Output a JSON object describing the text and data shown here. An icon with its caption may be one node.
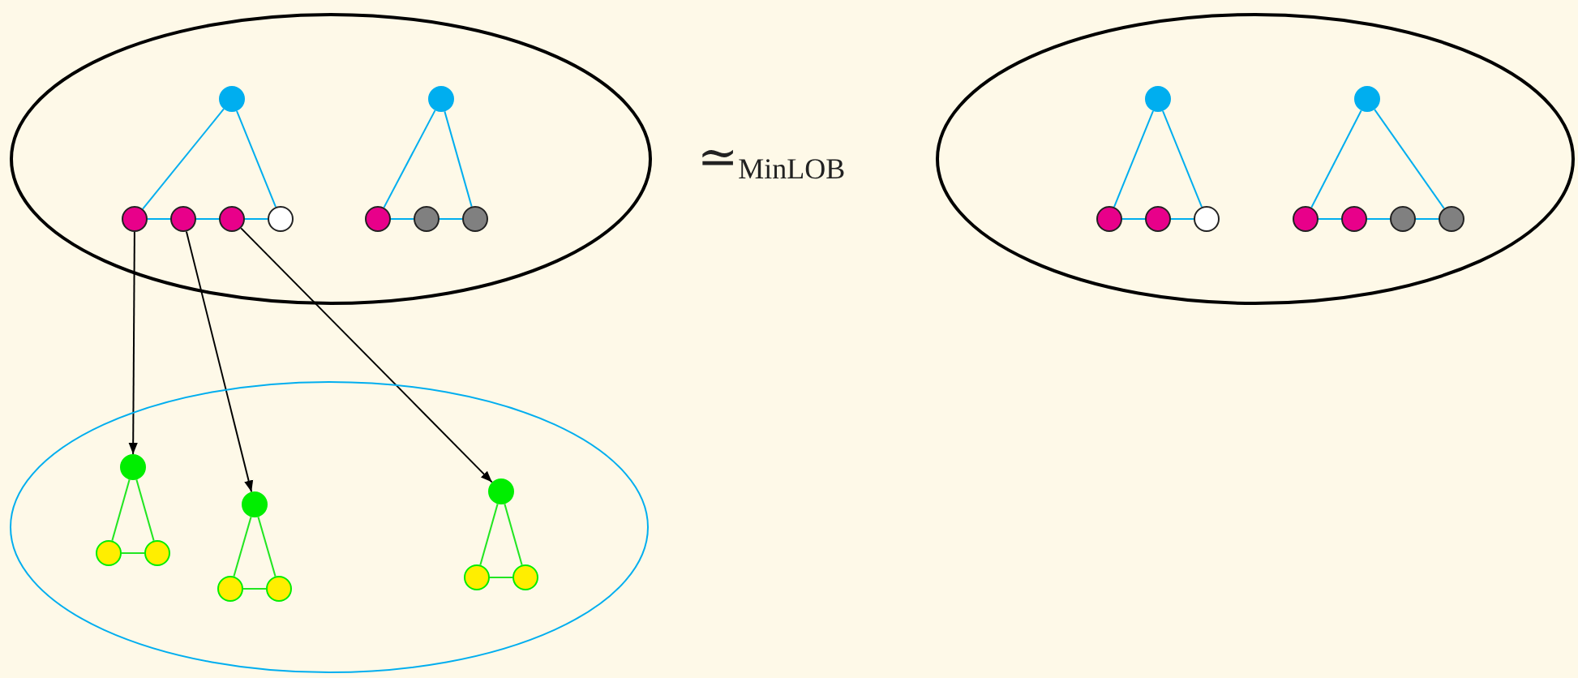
{
  "diagram": {
    "nodes": [
      {
        "text": [],
        "shape": "ellipse"
      },
      {
        "text": [],
        "shape": "circle",
        "in": 0
      },
      {
        "text": [],
        "shape": "circle",
        "in": 0
      },
      {
        "text": [],
        "shape": "circle",
        "in": 0
      },
      {
        "text": [],
        "shape": "circle",
        "in": 0
      },
      {
        "text": [],
        "shape": "circle",
        "in": 0
      },
      {
        "text": [],
        "shape": "circle",
        "in": 0
      },
      {
        "text": [],
        "shape": "circle",
        "in": 0
      },
      {
        "text": [],
        "shape": "circle",
        "in": 0
      },
      {
        "text": [],
        "shape": "circle",
        "in": 0
      },
      {
        "text": [],
        "shape": "ellipse"
      },
      {
        "text": [],
        "shape": "circle",
        "in": 10
      },
      {
        "text": [],
        "shape": "circle",
        "in": 10
      },
      {
        "text": [],
        "shape": "circle",
        "in": 10
      },
      {
        "text": [],
        "shape": "circle",
        "in": 10
      },
      {
        "text": [],
        "shape": "circle",
        "in": 10
      },
      {
        "text": [],
        "shape": "circle",
        "in": 10
      },
      {
        "text": [],
        "shape": "circle",
        "in": 10
      },
      {
        "text": [],
        "shape": "circle",
        "in": 10
      },
      {
        "text": [],
        "shape": "circle",
        "in": 10
      },
      {
        "text": [],
        "shape": "ellipse"
      },
      {
        "text": [],
        "shape": "circle",
        "in": 20
      },
      {
        "text": [],
        "shape": "circle",
        "in": 20
      },
      {
        "text": [],
        "shape": "circle",
        "in": 20
      },
      {
        "text": [],
        "shape": "circle",
        "in": 20
      },
      {
        "text": [],
        "shape": "circle",
        "in": 20
      },
      {
        "text": [],
        "shape": "circle",
        "in": 20
      },
      {
        "text": [],
        "shape": "circle",
        "in": 20
      },
      {
        "text": [],
        "shape": "circle",
        "in": 20
      },
      {
        "text": [],
        "shape": "circle",
        "in": 20
      }
    ],
    "edges": [
      {
        "from": 1,
        "to": 2,
        "arrow": "none"
      },
      {
        "from": 1,
        "to": 5,
        "arrow": "none"
      },
      {
        "from": 2,
        "to": 3,
        "arrow": "none"
      },
      {
        "from": 3,
        "to": 4,
        "arrow": "none"
      },
      {
        "from": 4,
        "to": 5,
        "arrow": "none"
      },
      {
        "from": 6,
        "to": 7,
        "arrow": "none"
      },
      {
        "from": 6,
        "to": 9,
        "arrow": "none"
      },
      {
        "from": 7,
        "to": 8,
        "arrow": "none"
      },
      {
        "from": 8,
        "to": 9,
        "arrow": "none"
      },
      {
        "from": 11,
        "to": 12,
        "arrow": "none"
      },
      {
        "from": 11,
        "to": 14,
        "arrow": "none"
      },
      {
        "from": 12,
        "to": 13,
        "arrow": "none"
      },
      {
        "from": 13,
        "to": 14,
        "arrow": "none"
      },
      {
        "from": 15,
        "to": 16,
        "arrow": "none"
      },
      {
        "from": 15,
        "to": 19,
        "arrow": "none"
      },
      {
        "from": 16,
        "to": 17,
        "arrow": "none"
      },
      {
        "from": 17,
        "to": 18,
        "arrow": "none"
      },
      {
        "from": 18,
        "to": 19,
        "arrow": "none"
      },
      {
        "from": 21,
        "to": 22,
        "arrow": "none",
        "color": "#22e622"
      },
      {
        "from": 21,
        "to": 23,
        "arrow": "none",
        "color": "#22e622"
      },
      {
        "from": 22,
        "to": 23,
        "arrow": "none",
        "color": "#22e622"
      },
      {
        "from": 24,
        "to": 25,
        "arrow": "none",
        "color": "#22e622"
      },
      {
        "from": 24,
        "to": 26,
        "arrow": "none",
        "color": "#22e622"
      },
      {
        "from": 25,
        "to": 26,
        "arrow": "none",
        "color": "#22e622"
      },
      {
        "from": 27,
        "to": 28,
        "arrow": "none",
        "color": "#22e622"
      },
      {
        "from": 27,
        "to": 29,
        "arrow": "none",
        "color": "#22e622"
      },
      {
        "from": 28,
        "to": 29,
        "arrow": "none",
        "color": "#22e622"
      },
      {
        "from": 2,
        "to": 21,
        "arrow": "to",
        "color": "#000000"
      },
      {
        "from": 3,
        "to": 24,
        "arrow": "to",
        "color": "#000000"
      },
      {
        "from": 4,
        "to": 27,
        "arrow": "to",
        "color": "#000000"
      }
    ],
    "labels": [
      "≃$_{MinLOB}$"
    ]
  }
}
